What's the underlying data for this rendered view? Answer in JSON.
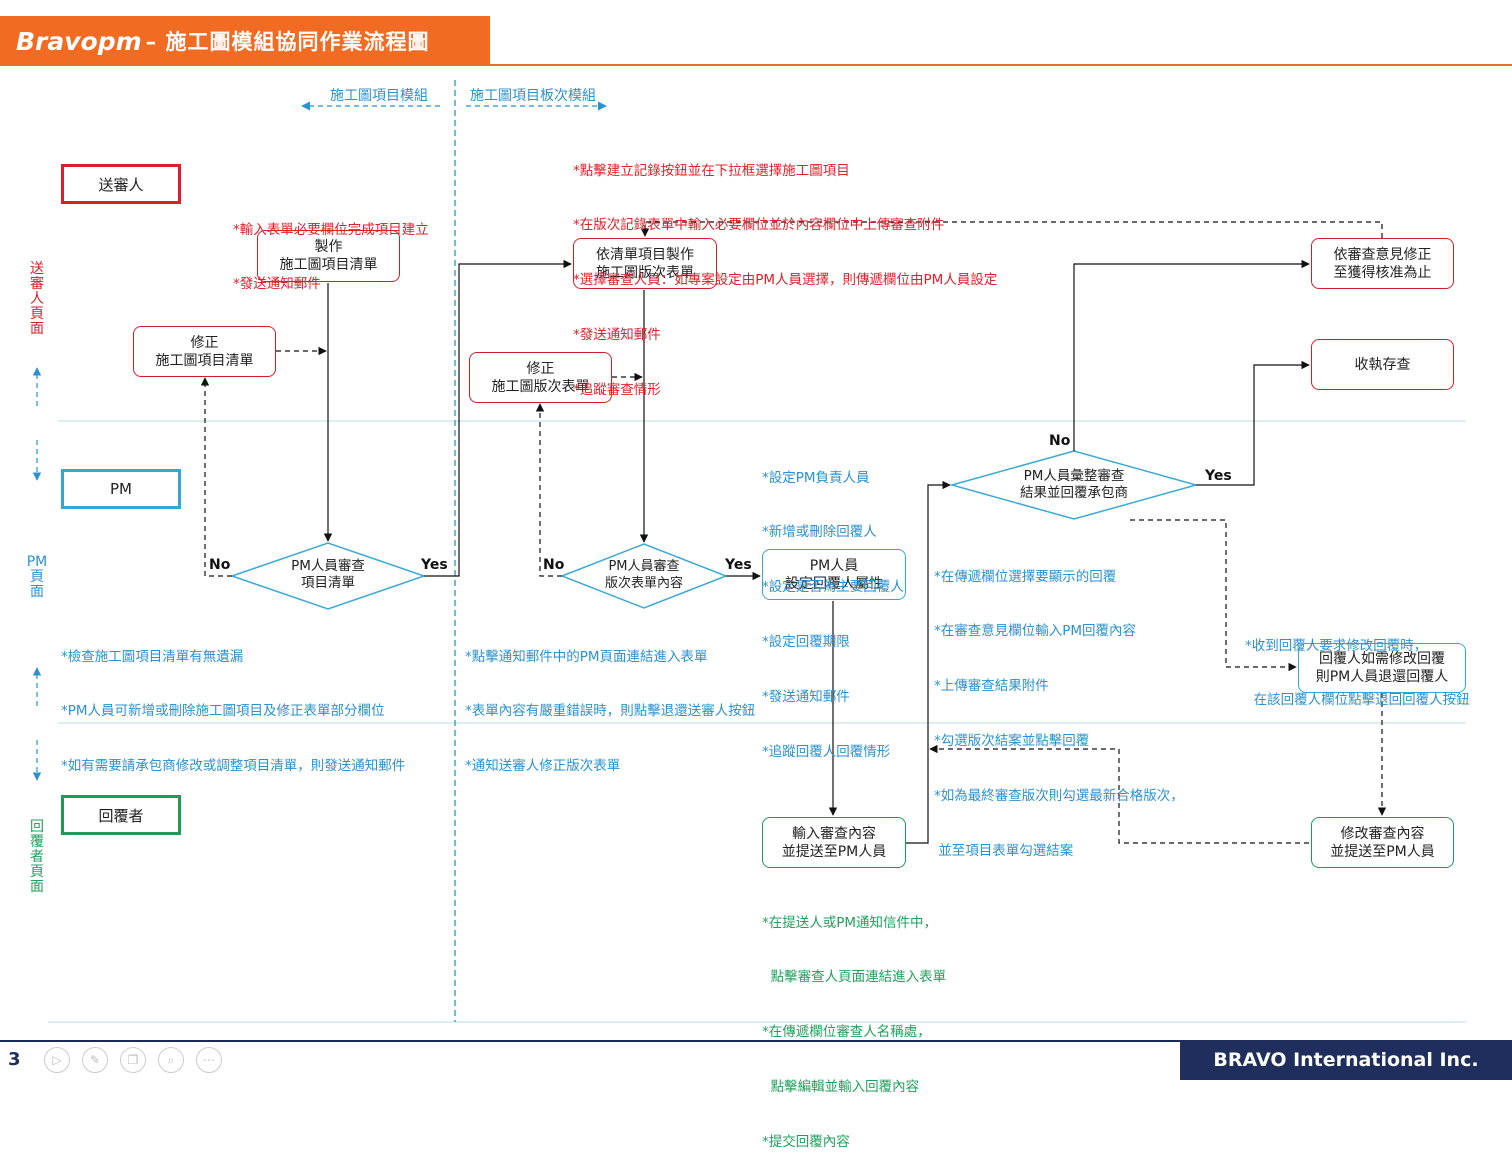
{
  "header": {
    "brand": "Bravopm",
    "title": "– 施工圖模組協同作業流程圖"
  },
  "modules": {
    "left": "施工圖項目模組",
    "right": "施工圖項目板次模組"
  },
  "roles": {
    "submitter": "送審人",
    "pm": "PM",
    "responder": "回覆者"
  },
  "lanes": {
    "submitter": "送審人頁面",
    "pm": "PM頁面",
    "responder": "回覆者頁面"
  },
  "colors": {
    "brand_orange": "#f26b22",
    "red": "#d0202a",
    "blue": "#31a9d6",
    "green": "#1f9a58",
    "navy": "#1f2e5c"
  },
  "boxes": {
    "make_list": [
      "製作",
      "施工圖項目清單"
    ],
    "fix_list": [
      "修正",
      "施工圖項目清單"
    ],
    "make_rev": [
      "依清單項目製作",
      "施工圖版次表單"
    ],
    "fix_rev": [
      "修正",
      "施工圖版次表單"
    ],
    "set_attr": [
      "PM人員",
      "設定回覆人屬性"
    ],
    "fix_until": [
      "依審查意見修正",
      "至獲得核准為止"
    ],
    "archive": [
      "收執存查"
    ],
    "return_resp": [
      "回覆人如需修改回覆",
      "則PM人員退還回覆人"
    ],
    "input_review": [
      "輸入審查內容",
      "並提送至PM人員"
    ],
    "modify_review": [
      "修改審查內容",
      "並提送至PM人員"
    ]
  },
  "decisions": {
    "review_list": [
      "PM人員審查",
      "項目清單"
    ],
    "review_rev": [
      "PM人員審查",
      "版次表單內容"
    ],
    "consolidate": [
      "PM人員彙整審查",
      "結果並回覆承包商"
    ]
  },
  "branch": {
    "yes": "Yes",
    "no": "No"
  },
  "notes": {
    "submit_list": [
      "*輸入表單必要欄位完成項目建立",
      "*發送通知郵件"
    ],
    "submit_rev": [
      "*點擊建立記錄按鈕並在下拉框選擇施工圖項目",
      "*在版次記錄表單中輸入必要欄位並於內容欄位中上傳審查附件",
      "*選擇審查人員：如專案設定由PM人員選擇，則傳遞欄位由PM人員設定",
      "*發送通知郵件",
      "*追蹤審查情形"
    ],
    "pm_list": [
      "*檢查施工圖項目清單有無遺漏",
      "*PM人員可新增或刪除施工圖項目及修正表單部分欄位",
      "*如有需要請承包商修改或調整項目清單，則發送通知郵件"
    ],
    "pm_rev": [
      "*點擊通知郵件中的PM頁面連結進入表單",
      "*表單內容有嚴重錯誤時，則點擊退還送審人按鈕",
      "*通知送審人修正版次表單"
    ],
    "pm_attr": [
      "*設定PM負責人員",
      "*新增或刪除回覆人",
      "*設定是否為主要回覆人",
      "*設定回覆期限",
      "*發送通知郵件",
      "*追蹤回覆人回覆情形"
    ],
    "pm_consolidate": [
      "*在傳遞欄位選擇要顯示的回覆",
      "*在審查意見欄位輸入PM回覆內容",
      "*上傳審查結果附件",
      "*勾選版次結案並點擊回覆",
      "*如為最終審查版次則勾選最新合格版次，",
      " 並至項目表單勾選結案"
    ],
    "pm_return": [
      "*收到回覆人要求修改回覆時，",
      "  在該回覆人欄位點擊退回回覆人按鈕"
    ],
    "responder": [
      "*在提送人或PM通知信件中，",
      "  點擊審查人頁面連結進入表單",
      "*在傳遞欄位審查人名稱處，",
      "  點擊編輯並輸入回覆內容",
      "*提交回覆內容"
    ]
  },
  "footer": {
    "page": "3",
    "company": "BRAVO International Inc."
  },
  "controls": [
    "play-icon",
    "pen-icon",
    "copy-icon",
    "zoom-icon",
    "more-icon"
  ]
}
